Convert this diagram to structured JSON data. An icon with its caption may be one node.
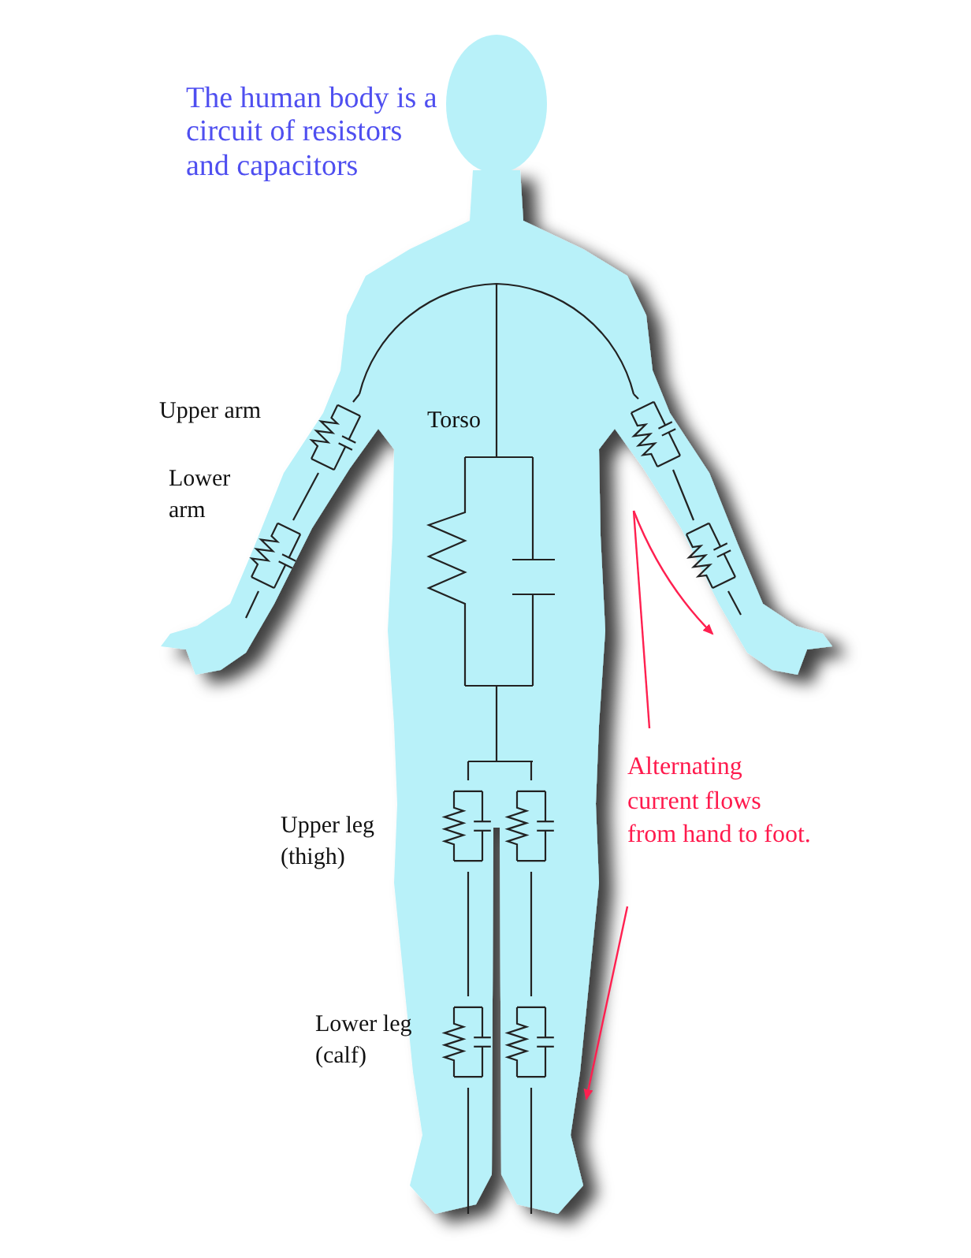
{
  "diagram": {
    "title": "The human body is a circuit of resistors and capacitors",
    "labels": [
      "Upper arm",
      "Lower arm",
      "Torso",
      "Alternating current flows from hand to foot.",
      "Upper leg (thigh)",
      "Lower leg (calf)"
    ]
  }
}
